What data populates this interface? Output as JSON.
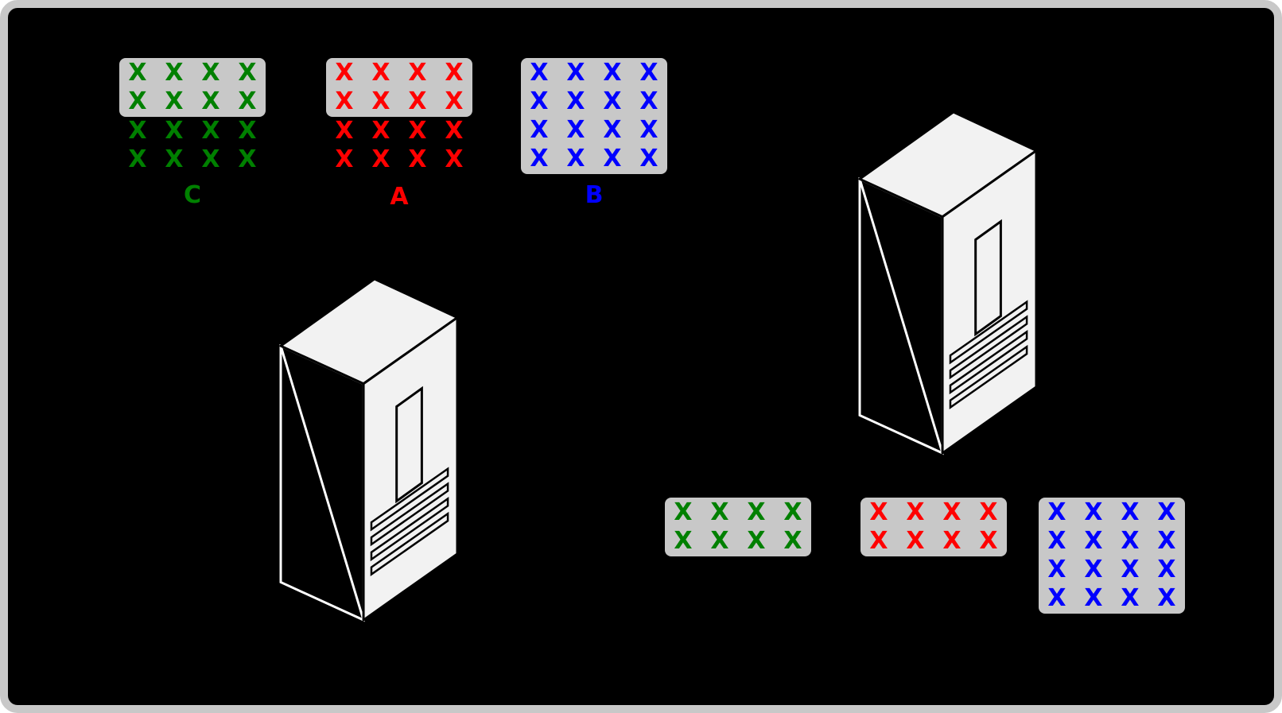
{
  "figure": {
    "background": "#000000",
    "frame_color": "#c8c8c8"
  },
  "panel_color": "#c8c8c8",
  "x_glyph": "X",
  "top_groups": [
    {
      "id": "c",
      "label": "C",
      "color": "#008000",
      "panel_grid": {
        "rows": 2,
        "cols": 4,
        "color": "#008000"
      },
      "outside_grid": {
        "rows": 2,
        "cols": 4,
        "color": "#008000"
      }
    },
    {
      "id": "a",
      "label": "A",
      "color": "#ff0000",
      "panel_grid": {
        "rows": 2,
        "cols": 4,
        "color": "#ff0000"
      },
      "outside_grid": {
        "rows": 2,
        "cols": 4,
        "color": "#ff0000"
      }
    },
    {
      "id": "b",
      "label": "B",
      "color": "#0000ff",
      "panel_grid": {
        "rows": 4,
        "cols": 4,
        "color": "#0000ff"
      }
    }
  ],
  "bottom_groups": [
    {
      "id": "green",
      "color": "#008000",
      "grid": {
        "rows": 2,
        "cols": 4,
        "color": "#008000"
      }
    },
    {
      "id": "red",
      "color": "#ff0000",
      "grid": {
        "rows": 2,
        "cols": 4,
        "color": "#ff0000"
      }
    },
    {
      "id": "blue",
      "color": "#0000ff",
      "grid": {
        "rows": 4,
        "cols": 4,
        "color": "#0000ff"
      }
    }
  ],
  "computers": [
    {
      "id": "computer-left"
    },
    {
      "id": "computer-right"
    }
  ]
}
